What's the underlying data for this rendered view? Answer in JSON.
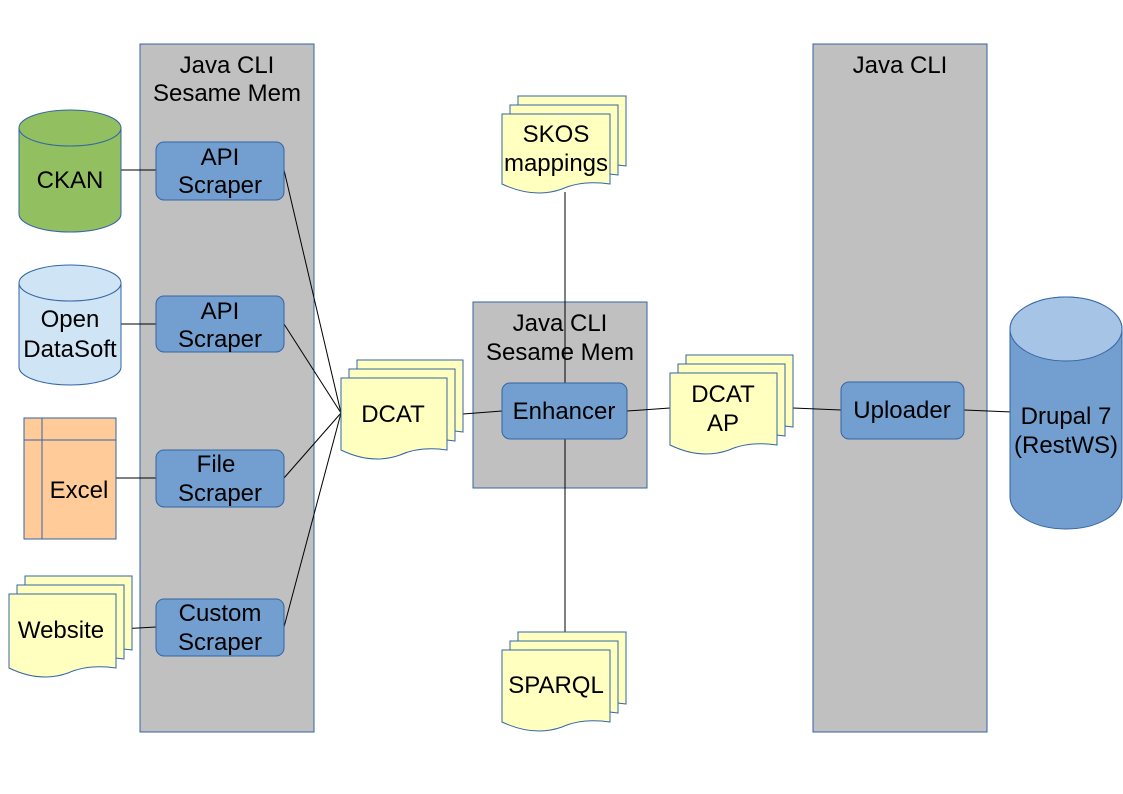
{
  "panels": {
    "scrapers": [
      "Java CLI",
      "Sesame Mem"
    ],
    "enhancer": [
      "Java CLI",
      "Sesame Mem"
    ],
    "uploader": [
      "Java CLI"
    ]
  },
  "sources": {
    "ckan": {
      "lines": [
        "CKAN"
      ],
      "fill": "#92c060"
    },
    "opendatasoft": {
      "lines": [
        "Open",
        "DataSoft"
      ],
      "fill": "#cfe4f5"
    },
    "excel": {
      "lines": [
        "Excel"
      ],
      "fill": "#ffcc99"
    },
    "website": {
      "lines": [
        "Website"
      ],
      "fill": "#ffffc0"
    }
  },
  "components": {
    "api_scraper_1": [
      "API",
      "Scraper"
    ],
    "api_scraper_2": [
      "API",
      "Scraper"
    ],
    "file_scraper": [
      "File",
      "Scraper"
    ],
    "custom_scraper": [
      "Custom",
      "Scraper"
    ],
    "enhancer": [
      "Enhancer"
    ],
    "uploader": [
      "Uploader"
    ]
  },
  "documents": {
    "dcat": [
      "DCAT"
    ],
    "skos": [
      "SKOS",
      "mappings"
    ],
    "sparql": [
      "SPARQL"
    ],
    "dcat_ap": [
      "DCAT",
      "AP"
    ]
  },
  "target": {
    "drupal": {
      "lines": [
        "Drupal 7",
        "(RestWS)"
      ],
      "fill": "#729fcf",
      "top_fill": "#a6c4e6"
    }
  },
  "colors": {
    "panel": "#c0c0c0",
    "component": "#729fcf",
    "document": "#ffffc0",
    "border": "#3465a4"
  }
}
